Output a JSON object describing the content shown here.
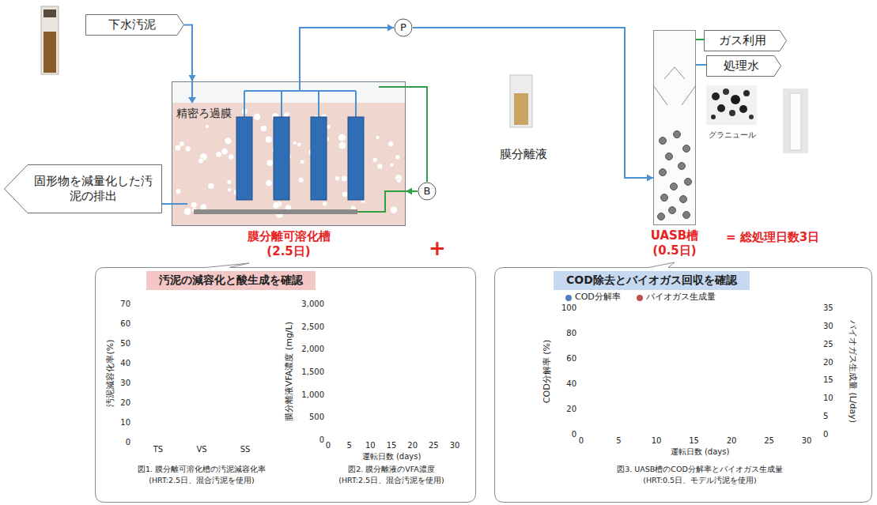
{
  "diagram": {
    "nodes": [
      {
        "text": [
          "下水汚泥"
        ]
      },
      {
        "text": [
          "精密ろ過膜",
          "膜分離可溶化槽 (2.5日)"
        ]
      },
      {
        "text": [
          "P"
        ]
      },
      {
        "text": [
          "B"
        ]
      },
      {
        "text": [
          "固形物を減量化した汚泥の排出"
        ]
      },
      {
        "text": [
          "UASB槽 (0.5日)"
        ]
      },
      {
        "text": [
          "ガス利用"
        ]
      },
      {
        "text": [
          "処理水"
        ]
      },
      {
        "text": [
          "汚泥の減容化と酸生成を確認"
        ]
      },
      {
        "text": [
          "COD除去とバイオガス回収を確認"
        ]
      }
    ],
    "edges": [
      {
        "from": 0,
        "to": 1,
        "arrow": "to"
      },
      {
        "from": 1,
        "to": 2,
        "arrow": "to"
      },
      {
        "from": 2,
        "to": 5,
        "label": "膜分離液",
        "arrow": "to"
      },
      {
        "from": 1,
        "to": 3,
        "arrow": "none"
      },
      {
        "from": 3,
        "to": 1,
        "arrow": "to"
      },
      {
        "from": 1,
        "to": 4,
        "arrow": "none"
      },
      {
        "from": 5,
        "to": 6,
        "arrow": "none"
      },
      {
        "from": 5,
        "to": 7,
        "arrow": "none"
      }
    ],
    "labels": [
      "グラニュール",
      "+",
      "= 総処理日数3日",
      "汚泥減容化率(%)",
      "0",
      "10",
      "20",
      "30",
      "40",
      "50",
      "60",
      "70",
      "TS",
      "VS",
      "SS",
      "図1. 膜分離可溶化槽の汚泥減容化率",
      "(HRT:2.5日、混合汚泥を使用)",
      "膜分離液VFA濃度 (mg/L)",
      "0",
      "500",
      "1,000",
      "1,500",
      "2,000",
      "2,500",
      "3,000",
      "0",
      "5",
      "10",
      "15",
      "20",
      "25",
      "30",
      "運転日数 (days)",
      "図2. 膜分離液のVFA濃度",
      "(HRT:2.5日、混合汚泥を使用)",
      "COD分解率 (%)",
      "0",
      "20",
      "40",
      "60",
      "80",
      "100",
      "0",
      "5",
      "10",
      "15",
      "20",
      "25",
      "30",
      "35",
      "バイオガス生成量 (L/day)",
      "0",
      "5",
      "10",
      "15",
      "20",
      "25",
      "30",
      "運転日数 (days)",
      "図3. UASB槽のCOD分解率とバイオガス生成量",
      "(HRT:0.5日、モデル汚泥を使用)"
    ],
    "legend": [
      {
        "text": "COD分解率",
        "color": "#4f81bd"
      },
      {
        "text": "バイオガス生成量",
        "color": "#c0504d"
      }
    ]
  }
}
